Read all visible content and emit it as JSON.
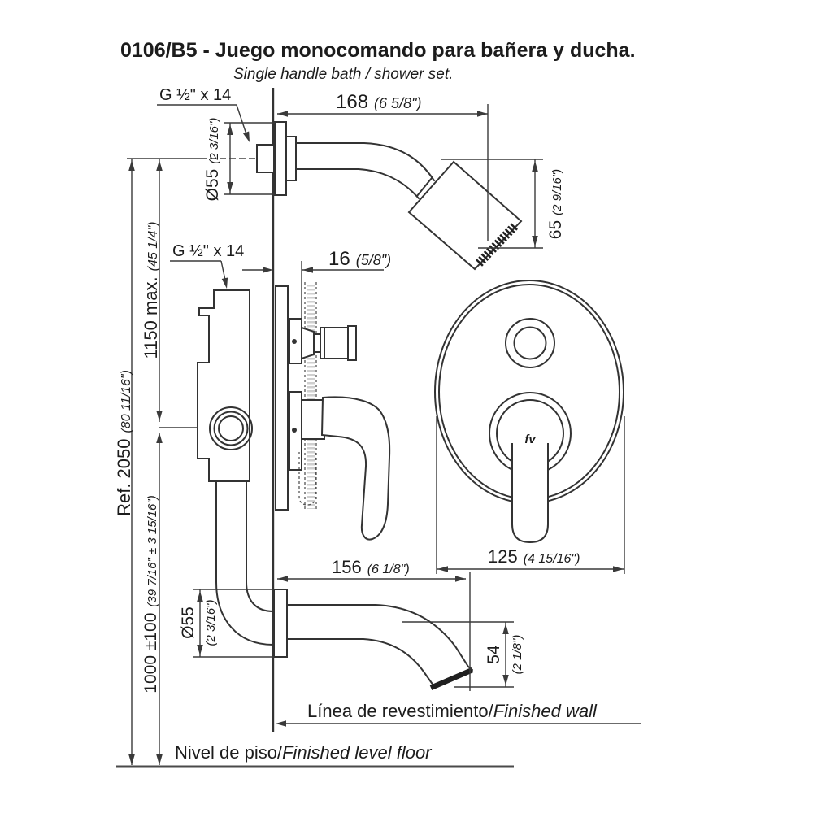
{
  "header": {
    "title": "0106/B5  - Juego monocomando para bañera y ducha.",
    "subtitle": "Single handle bath / shower set."
  },
  "labels": {
    "thread_shower_arm": "G ½\" x 14",
    "thread_valve": "G ½\" x 14",
    "finished_wall_es": "Línea de revestimiento/",
    "finished_wall_en": "Finished wall",
    "floor_es": "Nivel de piso/",
    "floor_en": "Finished level floor",
    "logo": "fv"
  },
  "dimensions": {
    "arm_length_mm": "168",
    "arm_length_in": "(6 5/8\")",
    "arm_flange_dia_mm": "Ø55",
    "arm_flange_dia_in": "(2 3/16\")",
    "head_height_mm": "65",
    "head_height_in": "(2 9/16\")",
    "tile_offset_mm": "16",
    "tile_offset_in": "(5/8\")",
    "valve_height_mm": "1150 max.",
    "valve_height_in": "(45 1/4\")",
    "total_height_mm": "Ref. 2050",
    "total_height_in": "(80 11/16\")",
    "spout_height_mm": "1000 ±100",
    "spout_height_in": "(39 7/16\" ± 3 15/16\")",
    "plate_width_mm": "125",
    "plate_width_in": "(4 15/16\")",
    "spout_length_mm": "156",
    "spout_length_in": "(6 1/8\")",
    "spout_flange_dia_mm": "Ø55",
    "spout_flange_dia_in": "(2 3/16\")",
    "spout_drop_mm": "54",
    "spout_drop_in": "(2 1/8\")"
  }
}
